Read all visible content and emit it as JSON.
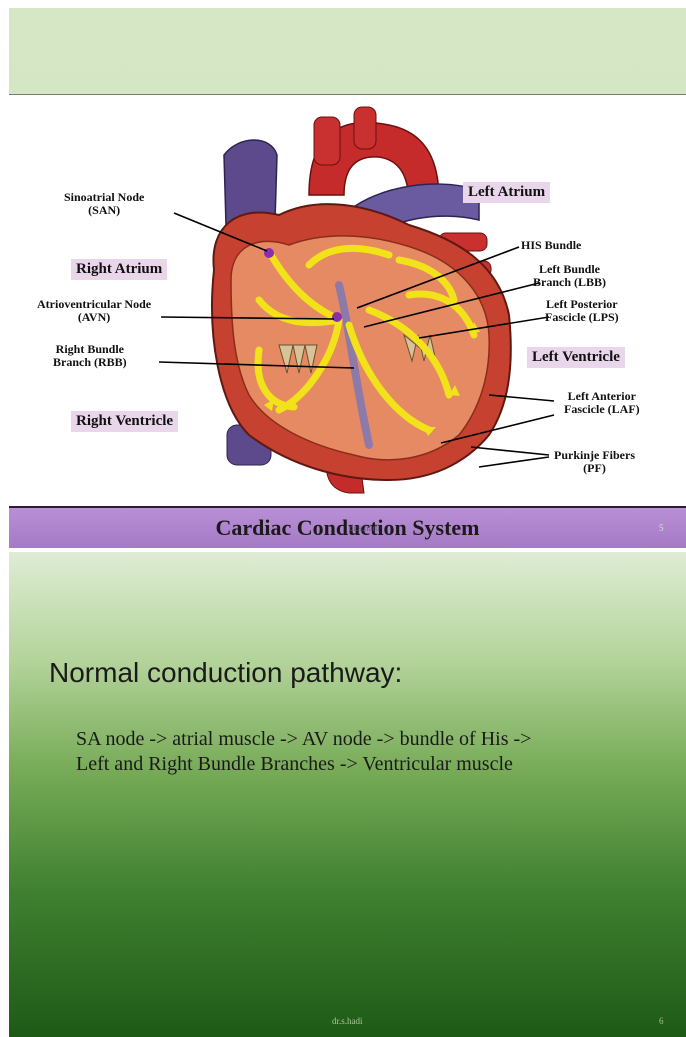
{
  "slide_top": {
    "caption": "Cardiac Conduction System",
    "author": "dr.s.hadi",
    "slide_number": "5",
    "labels": {
      "san": "Sinoatrial Node\n(SAN)",
      "right_atrium": "Right Atrium",
      "avn": "Atrioventricular Node\n(AVN)",
      "rbb": "Right Bundle\nBranch (RBB)",
      "right_ventricle": "Right Ventricle",
      "left_atrium": "Left Atrium",
      "his": "HIS Bundle",
      "lbb": "Left Bundle\nBranch (LBB)",
      "lps": "Left Posterior\nFascicle (LPS)",
      "left_ventricle": "Left Ventricle",
      "laf": "Left Anterior\nFascicle (LAF)",
      "pf": "Purkinje Fibers\n(PF)"
    }
  },
  "slide_bottom": {
    "heading": "Normal conduction pathway:",
    "body_line1": "SA node -> atrial muscle -> AV node -> bundle of His ->",
    "body_line2": "Left and Right Bundle Branches -> Ventricular muscle",
    "author": "dr.s.hadi",
    "slide_number": "6"
  }
}
